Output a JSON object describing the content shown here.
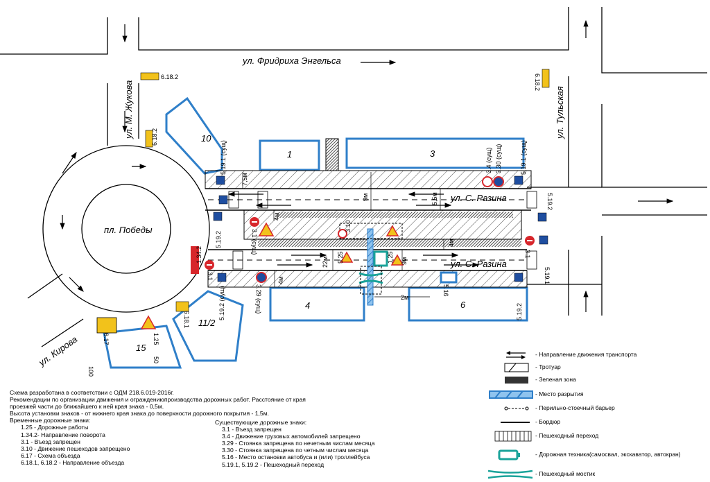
{
  "streets": {
    "engels": "ул. Фридриха Энгельса",
    "zhukova": "ул. М. Жукова",
    "tulskaya": "ул. Тульская",
    "razina": "ул. С. Разина",
    "kirova": "ул. Кирова",
    "square": "пл. Победы"
  },
  "blocks": [
    "10",
    "1",
    "3",
    "4",
    "6",
    "11/2",
    "15"
  ],
  "sign_labels": {
    "s6182a": "6.18.2",
    "s6182b": "6.18.2",
    "s6182c": "6.18.2",
    "s6181": "6.18.1",
    "s5191a": "5.19.1 (сущ)",
    "s5191b": "5.19.1 (сущ)",
    "s5191c": "5.19.1",
    "s5192a": "5.19.2",
    "s5192b": "5.19.2",
    "s5192c": "5.19.2 (сущ)",
    "s5192d": "5.19.2",
    "s34": "3.4 (сущ)",
    "s330": "3.30 (сущ)",
    "s31a": "3.1 (сущ)",
    "s31b": "3.1",
    "s31c": "3.1",
    "s329": "3.29 (сущ)",
    "s516": "5.16",
    "s1342": "1.34.2",
    "s125a": "1.25",
    "s125b": "1.25",
    "s617": "6.17",
    "s310": "3.10",
    "s525": "5.25"
  },
  "dimensions": {
    "d75": "7,5м",
    "d9a": "9м",
    "d55": "5,5м",
    "d4a": "4м",
    "d4b": "4м",
    "d4c": "4м",
    "d22": "22м",
    "d9b": "9м",
    "d2": "2м",
    "d100": "100",
    "d50": "50"
  },
  "notes": {
    "line1": "Схема разработана в соответствии с ОДМ 218.6.019-2016г.",
    "line2": "Рекомендации по организации движения и ограждениюпроизводства дорожных работ. Расстояние от края",
    "line3": "проезжей части до ближайшего к ней края знака - 0,5м.",
    "line4": "Высота установки знаков - от нижнего края знака до поверхности дорожного покрытия - 1,5м.",
    "temp_title": "Временные дорожные знаки:",
    "temp": [
      "1.25 - Дорожные работы",
      "1.34.2- Направление поворота",
      "3.1 - Въезд запрещен",
      "3.10 - Движение пешеходов запрещено",
      "6.17 - Схема объезда",
      "6.18.1, 6.18.2 - Направление объезда"
    ]
  },
  "existing": {
    "title": "Существующие дорожные знаки:",
    "items": [
      "3.1 - Въезд запрещен",
      "3.4 - Движение грузовых автомобилей запрещено",
      "3.29 - Стоянка запрещена по нечетным числам месяца",
      "3.30 - Стоянка запрещена по четным числам месяца",
      "5.16 - Место остановки автобуса и (или) троллейбуса",
      "5.19.1, 5.19.2 - Пешеходный переход"
    ]
  },
  "legend": [
    "- Направление движения транспорта",
    "- Тротуар",
    "- Зеленая зона",
    "- Место разрытия",
    "- Перильно-стоечный барьер",
    "- Бордюр",
    "- Пешеходный переход",
    "- Дорожная техника(самосвал, экскаватор, автокран)",
    "- Пешеходный мостик"
  ],
  "colors": {
    "border": "#2f7fc9",
    "excavation": "#2f7fc9",
    "machinery": "#1aa39a",
    "warning": "#f2c21b",
    "prohibit": "#d7262b",
    "sign_blue": "#1f4ea0"
  }
}
